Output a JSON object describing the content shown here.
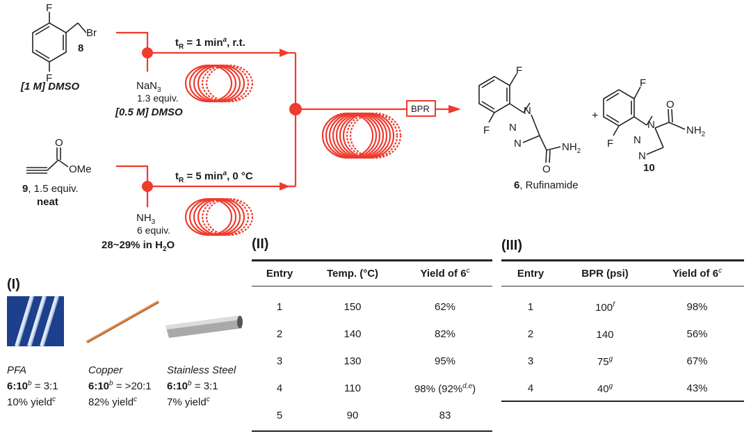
{
  "scheme": {
    "reagent8": {
      "atoms": {
        "f1": "F",
        "f2": "F",
        "br": "Br"
      },
      "number": "8",
      "solvent": "[1 M] DMSO"
    },
    "reagent_azide": {
      "formula": "NaN",
      "sub": "3",
      "equiv": "1.3 equiv.",
      "solvent": "[0.5 M] DMSO"
    },
    "reagent9": {
      "ome": "OMe",
      "o": "O",
      "number": "9",
      "equiv": ", 1.5 equiv.",
      "state": "neat"
    },
    "reagent_ammonia": {
      "formula": "NH",
      "sub": "3",
      "equiv": "6 equiv.",
      "conc": "28~29% in H",
      "conc_sub": "2",
      "conc_end": "O"
    },
    "step1": {
      "t": "t",
      "tsub": "R",
      "eq": " = 1 min",
      "sup": "a",
      "cond": ", r.t."
    },
    "step2": {
      "t": "t",
      "tsub": "R",
      "eq": " = 5 min",
      "sup": "a",
      "cond": ", 0 °C"
    },
    "bpr": "BPR",
    "product6": {
      "f1": "F",
      "f2": "F",
      "n1": "N",
      "n2": "N",
      "n3": "N",
      "o": "O",
      "nh": "NH",
      "nh_sub": "2",
      "number": "6",
      "name": ", Rufinamide"
    },
    "plus": "+",
    "product10": {
      "f1": "F",
      "f2": "F",
      "n1": "N",
      "n2": "N",
      "n3": "N",
      "o": "O",
      "nh": "NH",
      "nh_sub": "2",
      "number": "10"
    }
  },
  "panel1": {
    "title": "(I)",
    "items": [
      {
        "name": "PFA",
        "ratio_a": "6",
        "ratio_b": ":10",
        "ratio_sup": "b",
        "ratio_val": " = 3:1",
        "yield": "10% yield",
        "yield_sup": "c"
      },
      {
        "name": "Copper",
        "ratio_a": "6",
        "ratio_b": ":10",
        "ratio_sup": "b",
        "ratio_val": " = >20:1",
        "yield": "82% yield",
        "yield_sup": "c"
      },
      {
        "name": "Stainless Steel",
        "ratio_a": "6",
        "ratio_b": ":10",
        "ratio_sup": "b",
        "ratio_val": " = 3:1",
        "yield": "7% yield",
        "yield_sup": "c"
      }
    ],
    "colors": {
      "pfa": "#1d3f8c",
      "copper": "#c06a32",
      "steel": "#9c9c9c"
    }
  },
  "panel2": {
    "title": "(II)",
    "headers": [
      "Entry",
      "Temp. (°C)",
      "Yield of 6"
    ],
    "header_sup": "c",
    "rows": [
      {
        "entry": "1",
        "temp": "150",
        "yield": "62%",
        "sup": "",
        "extra": ""
      },
      {
        "entry": "2",
        "temp": "140",
        "yield": "82%",
        "sup": "",
        "extra": ""
      },
      {
        "entry": "3",
        "temp": "130",
        "yield": "95%",
        "sup": "",
        "extra": ""
      },
      {
        "entry": "4",
        "temp": "110",
        "yield": "98% (92%",
        "sup": "d,e",
        "extra": ")"
      },
      {
        "entry": "5",
        "temp": "90",
        "yield": "83",
        "sup": "",
        "extra": ""
      }
    ]
  },
  "panel3": {
    "title": "(III)",
    "headers": [
      "Entry",
      "BPR (psi)",
      "Yield of 6"
    ],
    "header_sup": "c",
    "rows": [
      {
        "entry": "1",
        "bpr": "100",
        "sup": "f",
        "yield": "98%"
      },
      {
        "entry": "2",
        "bpr": "140",
        "sup": "",
        "yield": "56%"
      },
      {
        "entry": "3",
        "bpr": "75",
        "sup": "g",
        "yield": "67%"
      },
      {
        "entry": "4",
        "bpr": "40",
        "sup": "g",
        "yield": "43%"
      }
    ]
  },
  "colors": {
    "flow": "#ee3b2e",
    "ink": "#1a1a1a"
  }
}
